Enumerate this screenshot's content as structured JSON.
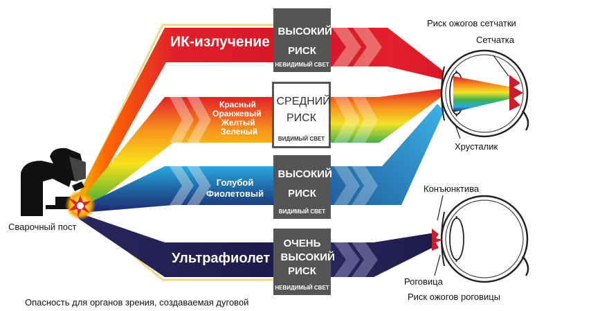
{
  "welding_post": {
    "label": "Сварочный пост"
  },
  "bands": [
    {
      "id": "ir",
      "label": "ИК-излучение",
      "risk_level": "ВЫСОКИЙ РИСК",
      "visibility": "НЕВИДИМЫЙ СВЕТ"
    },
    {
      "id": "visible",
      "spectrum": [
        "Красный",
        "Оранжевый",
        "Желтый",
        "Зеленый"
      ],
      "risk_level": "СРЕДНИЙ РИСК",
      "visibility": "ВИДИМЫЙ СВЕТ"
    },
    {
      "id": "blue",
      "spectrum": [
        "Голубой",
        "Фиолетовый"
      ],
      "risk_level": "ВЫСОКИЙ РИСК",
      "visibility": "ВИДИМЫЙ СВЕТ"
    },
    {
      "id": "uv",
      "label": "Ультрафиолет",
      "risk_level": "ОЧЕНЬ ВЫСОКИЙ РИСК",
      "visibility": "НЕВИДИМЫЙ СВЕТ"
    }
  ],
  "eye_top": {
    "title": "Риск ожогов сетчатки",
    "retina": "Сетчатка",
    "lens": "Хрусталик"
  },
  "eye_bottom": {
    "conjunctiva": "Конъюнктива",
    "cornea": "Роговица",
    "title": "Риск ожогов роговицы"
  },
  "caption": "Опасность для органов зрения, создаваемая дуговой",
  "colors": {
    "ir": "#d7182a",
    "ir_light": "#f4a8a0",
    "uv": "#1e1b4b",
    "blue": "#2aa8e0",
    "box_dark": "#555555",
    "flash": "#f5c400"
  }
}
